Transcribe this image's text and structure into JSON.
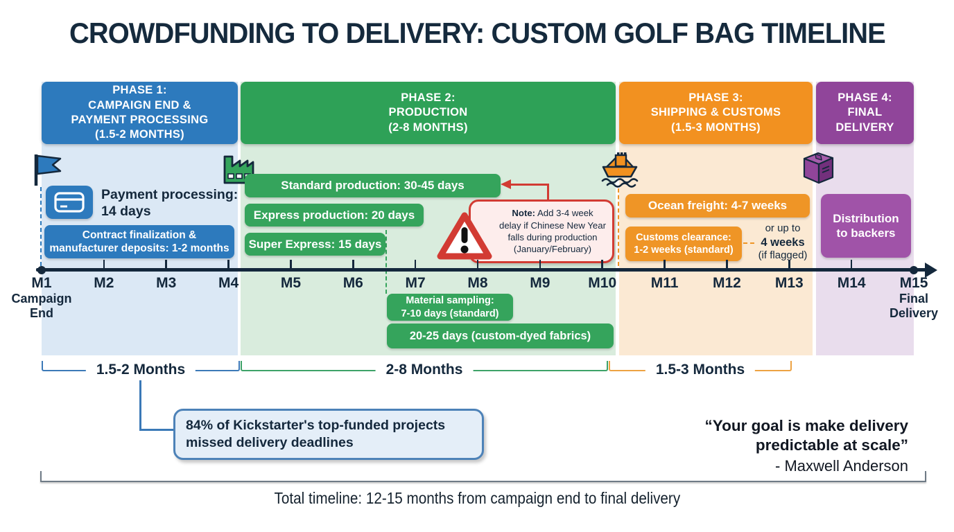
{
  "title": "CROWDFUNDING TO DELIVERY: CUSTOM GOLF BAG TIMELINE",
  "colors": {
    "blue": "#2d7abd",
    "green": "#2ea157",
    "orange": "#f29120",
    "purple": "#90459a",
    "red": "#d23b33",
    "dark_navy": "#14283c",
    "light_blue": "#dbe8f5",
    "light_green": "#d9ecdd",
    "light_orange": "#fbe9d3",
    "light_purple": "#e9dded"
  },
  "phases": [
    {
      "header": "PHASE 1:\nCAMPAIGN END &\nPAYMENT PROCESSING\n(1.5-2 MONTHS)"
    },
    {
      "header": "PHASE 2:\nPRODUCTION\n(2-8 MONTHS)"
    },
    {
      "header": "PHASE 3:\nSHIPPING & CUSTOMS\n(1.5-3 MONTHS)"
    },
    {
      "header": "PHASE 4:\nFINAL\nDELIVERY"
    }
  ],
  "phase1": {
    "payment_processing": "Payment processing:\n14 days",
    "contract": "Contract finalization &\nmanufacturer deposits: 1-2 months"
  },
  "phase2": {
    "standard": "Standard production: 30-45 days",
    "express": "Express production: 20 days",
    "super_express": "Super Express: 15 days",
    "note_label": "Note:",
    "note_text": " Add 3-4 week\ndelay if Chinese New Year\nfalls during production\n(January/February)",
    "material_sampling": "Material sampling:\n7-10 days (standard)",
    "custom_dyed": "20-25 days (custom-dyed fabrics)"
  },
  "phase3": {
    "ocean_freight": "Ocean freight: 4-7 weeks",
    "customs": "Customs clearance:\n1-2 weeks (standard)",
    "or_up_to": "or up to",
    "four_weeks": "4 weeks",
    "if_flagged": "(if flagged)"
  },
  "phase4": {
    "distribution": "Distribution\nto backers"
  },
  "timeline": {
    "months": [
      "M1",
      "M2",
      "M3",
      "M4",
      "M5",
      "M6",
      "M7",
      "M8",
      "M9",
      "M10",
      "M11",
      "M12",
      "M13",
      "M14",
      "M15"
    ],
    "start_label": "Campaign\nEnd",
    "end_label": "Final\nDelivery"
  },
  "brackets": {
    "phase1": "1.5-2 Months",
    "phase2": "2-8 Months",
    "phase3": "1.5-3 Months"
  },
  "callout": "84% of Kickstarter's top-funded projects\nmissed delivery deadlines",
  "quote": {
    "text": "“Your goal is make delivery\npredictable at scale”",
    "attribution": "- Maxwell Anderson"
  },
  "total": "Total timeline: 12-15 months from campaign end to final delivery"
}
